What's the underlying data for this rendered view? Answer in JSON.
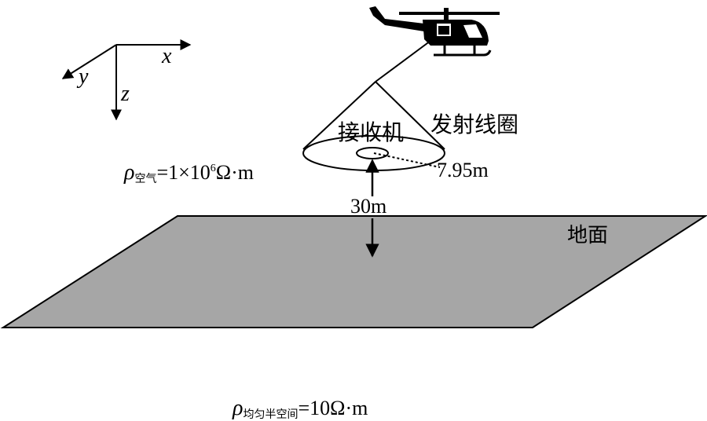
{
  "axes": {
    "x": "x",
    "y": "y",
    "z": "z"
  },
  "labels": {
    "receiver": "接收机",
    "transmitter_coil": "发射线圈",
    "radius": "7.95m",
    "height": "30m",
    "ground": "地面"
  },
  "air_resistivity": {
    "symbol": "ρ",
    "subscript": "空气",
    "value": "=1×10",
    "exponent": "6",
    "unit": "Ω·m"
  },
  "ground_resistivity": {
    "symbol": "ρ",
    "subscript": "均匀半空间",
    "value": "=10Ω·m"
  },
  "colors": {
    "ground_fill": "#a6a6a6",
    "line": "#000000"
  },
  "icons": {
    "aircraft": "helicopter-icon"
  }
}
